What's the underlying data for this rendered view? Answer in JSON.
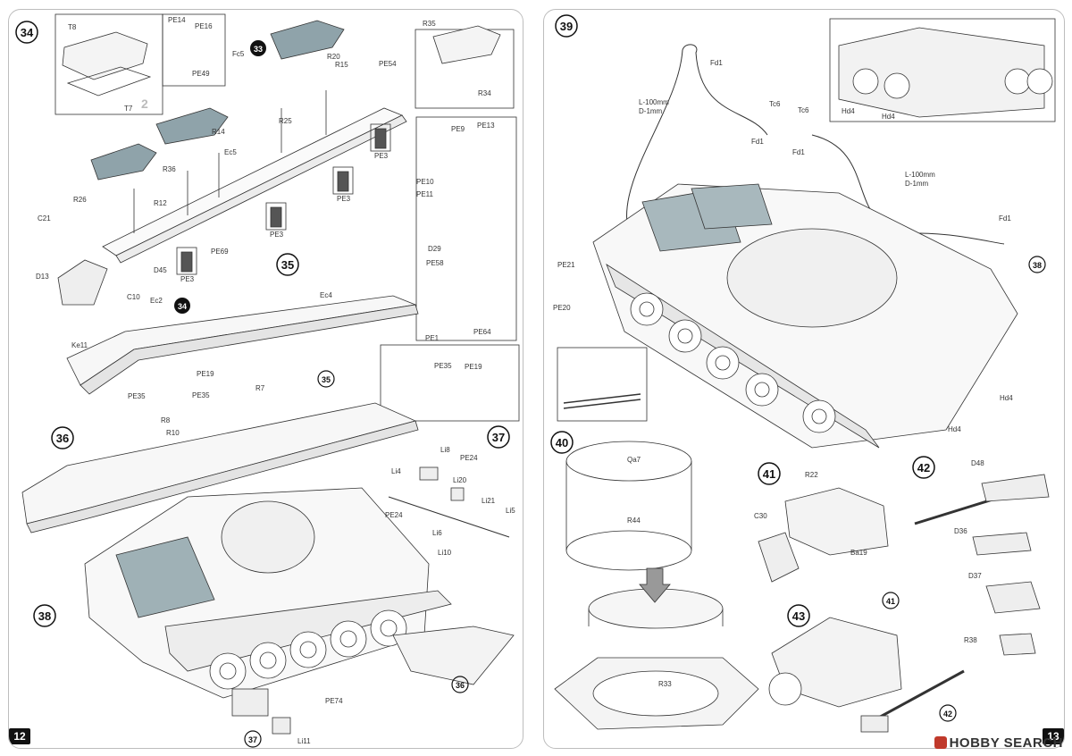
{
  "left_page": {
    "page_number": "12",
    "steps": [
      {
        "num": "34"
      },
      {
        "num": "35"
      },
      {
        "num": "36"
      },
      {
        "num": "37"
      },
      {
        "num": "38"
      }
    ],
    "step_refs": [
      "33",
      "34",
      "35",
      "36",
      "37"
    ],
    "sub_ref": "2",
    "parts": [
      "T8",
      "PE14",
      "PE16",
      "PE49",
      "Fc5",
      "R35",
      "R20",
      "R15",
      "PE54",
      "R34",
      "T7",
      "R25",
      "R14",
      "Ec5",
      "PE3",
      "PE3",
      "PE3",
      "PE3",
      "PE13",
      "PE9",
      "R36",
      "R26",
      "R12",
      "C21",
      "PE10",
      "PE11",
      "D29",
      "D13",
      "D45",
      "PE69",
      "PE58",
      "PE64",
      "PE1",
      "C10",
      "Ec2",
      "Ec4",
      "Ke11",
      "PE19",
      "PE35",
      "PE19",
      "R7",
      "PE35",
      "PE35",
      "R8",
      "R10",
      "Li8",
      "PE24",
      "Li4",
      "Li20",
      "PE24",
      "Li21",
      "Li6",
      "Li5",
      "Li10",
      "PE74",
      "Li11"
    ]
  },
  "right_page": {
    "page_number": "13",
    "steps": [
      {
        "num": "39"
      },
      {
        "num": "40"
      },
      {
        "num": "41"
      },
      {
        "num": "42"
      },
      {
        "num": "43"
      }
    ],
    "step_refs": [
      "38",
      "41",
      "42"
    ],
    "parts": [
      "Fd1",
      "L-100mm",
      "D-1mm",
      "Tc6",
      "Tc6",
      "Fd1",
      "Fd1",
      "L-100mm",
      "D-1mm",
      "Fd1",
      "Hd4",
      "Hd4",
      "PE21",
      "PE20",
      "Hd4",
      "Hd4",
      "Qa7",
      "R44",
      "R33",
      "R22",
      "C30",
      "Ba19",
      "D48",
      "D36",
      "D37",
      "R38"
    ],
    "watermark": "HOBBY SEARCH"
  }
}
